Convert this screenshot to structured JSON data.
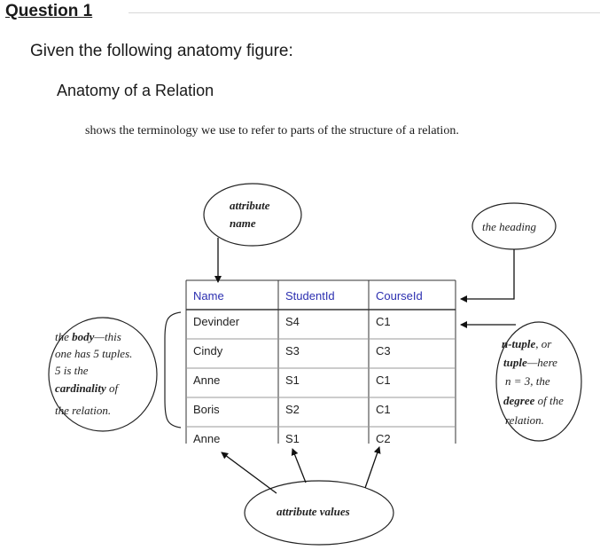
{
  "question": {
    "heading": "Question 1",
    "prompt": "Given the following anatomy figure:"
  },
  "figure": {
    "title": "Anatomy of a Relation",
    "caption": "shows the terminology we use to refer to parts of the structure of a relation.",
    "table": {
      "headers": [
        "Name",
        "StudentId",
        "CourseId"
      ],
      "rows": [
        [
          "Devinder",
          "S4",
          "C1"
        ],
        [
          "Cindy",
          "S3",
          "C3"
        ],
        [
          "Anne",
          "S1",
          "C1"
        ],
        [
          "Boris",
          "S2",
          "C1"
        ],
        [
          "Anne",
          "S1",
          "C2"
        ]
      ]
    },
    "labels": {
      "attr_line1": "attribute",
      "attr_line2": "name",
      "heading": "the heading",
      "body_l1a": "the ",
      "body_l1b": "body",
      "body_l1c": "—this",
      "body_l2": "one has 5 tuples.",
      "body_l3": "5 is the",
      "body_l4": "cardinality",
      "body_l4b": " of",
      "body_l5": "the relation.",
      "tuple_l1": "n-tuple",
      "tuple_l1b": ", or",
      "tuple_l2": "tuple",
      "tuple_l2b": "—here",
      "tuple_l3": "n = 3, the",
      "tuple_l4": "degree",
      "tuple_l4b": " of the",
      "tuple_l5": "relation.",
      "values": "attribute values"
    }
  }
}
